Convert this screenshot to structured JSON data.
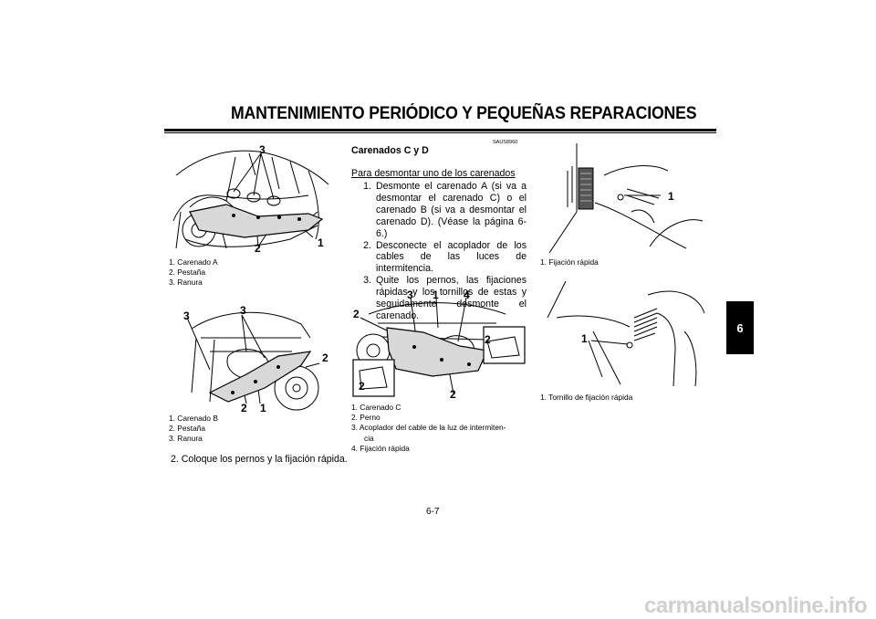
{
  "header": {
    "title": "MANTENIMIENTO PERIÓDICO Y PEQUEÑAS REPARACIONES"
  },
  "chapter_tab": "6",
  "figure1": {
    "callouts": [
      "3",
      "2",
      "1"
    ],
    "caption": [
      "1. Carenado A",
      "2. Pestaña",
      "3. Ranura"
    ]
  },
  "figure2": {
    "callouts": [
      "3",
      "3",
      "2",
      "2",
      "1"
    ],
    "caption": [
      "1. Carenado B",
      "2. Pestaña",
      "3. Ranura"
    ]
  },
  "left_step": "2. Coloque los pernos y la fijación rápida.",
  "section": {
    "code": "SAUS8960",
    "heading": "Carenados C y D",
    "subheading": "Para desmontar uno de los carenados",
    "steps": [
      {
        "num": "1.",
        "text": "Desmonte el carenado A (si va a desmontar el carenado C) o el carenado B (si va a desmontar el carenado D). (Véase la página 6-6.)"
      },
      {
        "num": "2.",
        "text": "Desconecte el acoplador de los cables de las luces de intermitencia."
      },
      {
        "num": "3.",
        "text": "Quite los pernos, las fijaciones rápidas y los tornillos de estas y seguidamente desmonte el carenado."
      }
    ]
  },
  "figure3": {
    "callouts": [
      "3",
      "1",
      "4",
      "2",
      "2",
      "2",
      "2"
    ],
    "caption": [
      "1. Carenado C",
      "2. Perno",
      "3. Acoplador del cable de la luz de intermiten-",
      "cia",
      "4. Fijación rápida"
    ]
  },
  "figure4": {
    "callouts": [
      "1"
    ],
    "caption": [
      "1. Fijación rápida"
    ]
  },
  "figure5": {
    "callouts": [
      "1"
    ],
    "caption": [
      "1. Tornillo de fijación rápida"
    ]
  },
  "page_number": "6-7",
  "watermark": "carmanualsonline.info"
}
